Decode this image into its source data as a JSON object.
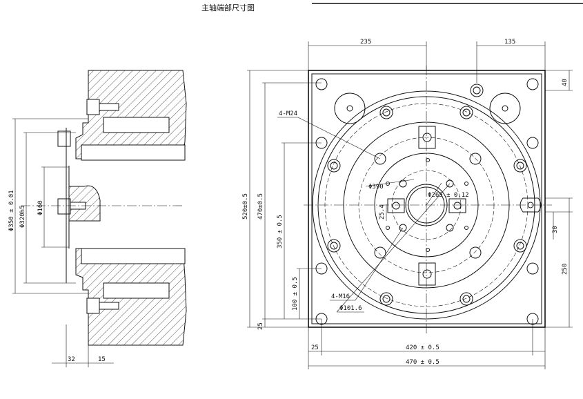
{
  "title": "主轴端部尺寸图",
  "side_view": {
    "dims": {
      "d350": "Φ350 ± 0.01",
      "d320": "Φ320h5",
      "d160": "Φ160",
      "w32": "32",
      "w15": "15"
    }
  },
  "front_view": {
    "dims": {
      "top_235": "235",
      "top_135": "135",
      "right_40": "40",
      "right_30": "30",
      "right_250": "250",
      "left_520": "520±0.5",
      "left_470": "470±0.5",
      "left_350": "350 ± 0.5",
      "left_100": "100 ± 0.5",
      "left_25": "25",
      "bottom_25": "25",
      "bottom_420": "420 ± 0.5",
      "bottom_470": "470 ± 0.5"
    },
    "callouts": {
      "m24": "4-M24",
      "m16": "4-M16",
      "d390": "Φ390",
      "d265": "Φ265 ± 0.12",
      "d254": "25.4",
      "d1016": "Φ101.6"
    }
  }
}
